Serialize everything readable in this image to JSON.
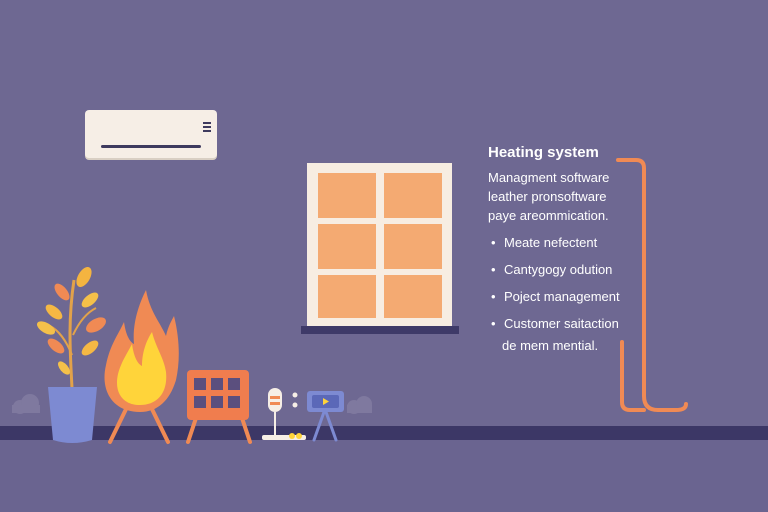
{
  "info_panel": {
    "title": "Heating system",
    "description_lines": [
      "Managment software",
      "leather pronsoftware",
      "paye areommication."
    ],
    "bullets": [
      "Meate nefectent",
      "Cantygogy odution",
      "Poject management",
      "Customer saitaction"
    ],
    "bullet_continuation": "de mem mential."
  },
  "icons": {
    "air_conditioner": "air-conditioner-icon",
    "window": "window-icon",
    "plant": "potted-plant-icon",
    "fire": "fire-icon",
    "radiator": "radiator-icon",
    "thermostat": "thermostat-icon",
    "tv_stand": "monitor-icon",
    "pipe": "heating-pipe-icon"
  },
  "colors": {
    "background": "#6e6892",
    "floor": "#3c3766",
    "accent_orange": "#f08a54",
    "window_pane": "#f4aa72",
    "flame_yellow": "#ffd43a",
    "pot_blue": "#7d8ad2"
  }
}
